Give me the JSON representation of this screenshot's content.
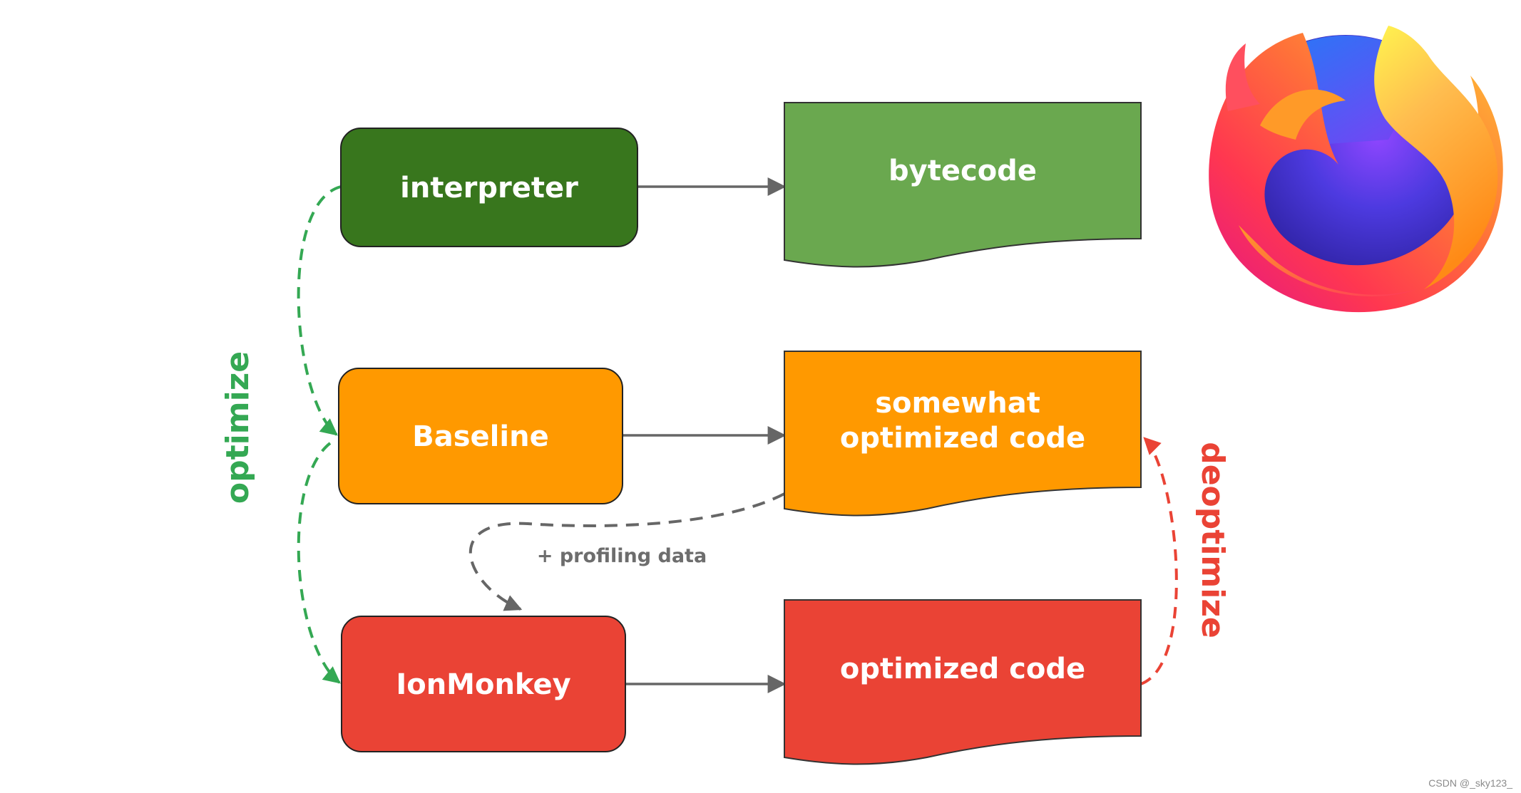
{
  "nodes": {
    "interpreter": {
      "label": "interpreter",
      "color": "#38761d"
    },
    "baseline": {
      "label": "Baseline",
      "color": "#ff9900"
    },
    "ionmonkey": {
      "label": "IonMonkey",
      "color": "#ea4335"
    }
  },
  "outputs": {
    "bytecode": {
      "lines": [
        "bytecode"
      ],
      "color": "#6aa84f"
    },
    "somewhat": {
      "lines": [
        "somewhat",
        "optimized code"
      ],
      "color": "#ff9900"
    },
    "optimized": {
      "lines": [
        "optimized code"
      ],
      "color": "#ea4335"
    }
  },
  "labels": {
    "optimize": "optimize",
    "optimize_color": "#34a853",
    "deoptimize": "deoptimize",
    "deoptimize_color": "#ea4335",
    "profiling": "+ profiling data"
  },
  "logo": {
    "icon": "firefox-logo-icon"
  },
  "watermark": "CSDN @_sky123_"
}
